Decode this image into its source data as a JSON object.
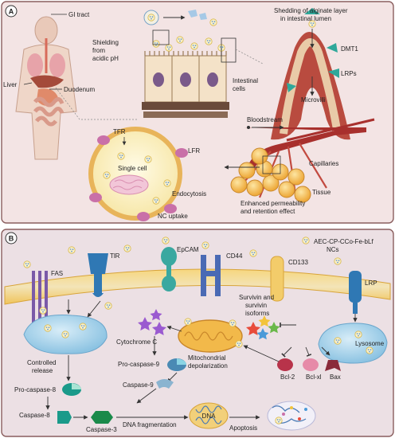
{
  "panel_a": {
    "letter": "A",
    "labels": {
      "gi_tract": "GI tract",
      "shielding": [
        "Shielding",
        "from",
        "acidic pH"
      ],
      "liver": "Liver",
      "duodenum": "Duodenum",
      "intestinal_cells": [
        "Intestinal",
        "cells"
      ],
      "shedding": [
        "Shedding of alginate layer",
        "in intestinal lumen"
      ],
      "dmt1": "DMT1",
      "lrps": "LRPs",
      "microvilli": "Microvilli",
      "bloodstream": "Bloodstream",
      "capillaries": "Capillaries",
      "tissue": "Tissue",
      "epr": [
        "Enhanced permeability",
        "and retention effect"
      ],
      "tfr": "TFR",
      "lfr": "LFR",
      "single_cell": "Single cell",
      "endocytosis": "Endocytosis",
      "nc_uptake": "NC uptake"
    }
  },
  "panel_b": {
    "letter": "B",
    "labels": {
      "fas": "FAS",
      "tlr": "TlR",
      "epcam": "EpCAM",
      "cd44": "CD44",
      "cd133": "CD133",
      "ncs": [
        "AEC-CP-CCo-Fe-bLf",
        "NCs"
      ],
      "lrp": "LRP",
      "controlled_release": [
        "Controlled",
        "release"
      ],
      "survivin": [
        "Survivin and",
        "survivin",
        "isoforms"
      ],
      "cytochrome_c": "Cytochrome C",
      "mito": [
        "Mitochondrial",
        "depolarization"
      ],
      "lysosome": "Lysosome",
      "pro_caspase_8": "Pro-caspase-8",
      "pro_caspase_9": "Pro-caspase-9",
      "caspase_9": "Caspase-9",
      "bcl2": "Bcl-2",
      "bclxl": "Bcl-xl",
      "bax": "Bax",
      "caspase_8": "Caspase-8",
      "caspase_3": "Caspase-3",
      "dna_fragmentation": "DNA fragmentation",
      "dna": "DNA",
      "apoptosis": "Apoptosis"
    }
  },
  "colors": {
    "panel_a_bg": "#f3e4e4",
    "panel_b_bg": "#ece0e4",
    "membrane": "#f0c45a",
    "cell_blue": "#a9d3ea",
    "mito": "#f2b94a",
    "vessel_red": "#a8302d",
    "receptor_teal": "#3aa8a0",
    "receptor_blue": "#2f78b4"
  }
}
